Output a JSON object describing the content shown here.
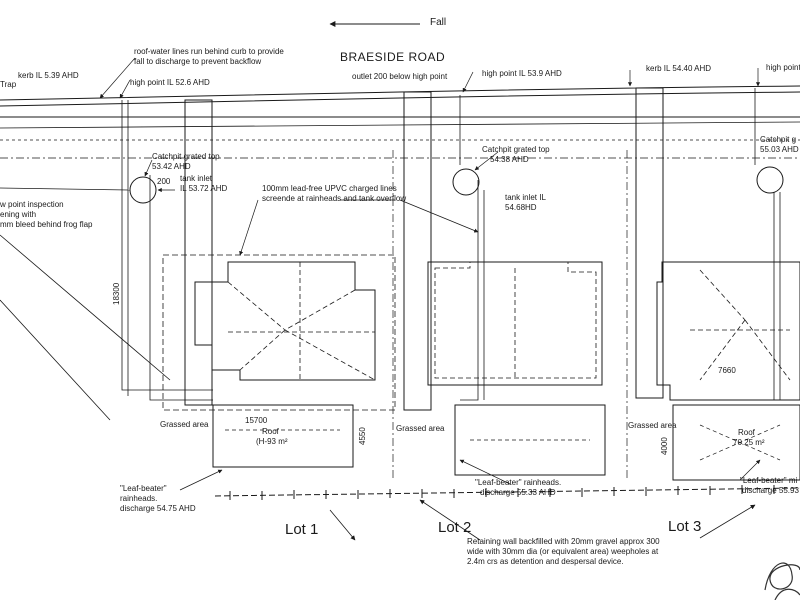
{
  "road": {
    "name": "BRAESIDE ROAD",
    "fall_label": "Fall"
  },
  "notes": {
    "trap": "Trap",
    "kerb_lot1": "kerb IL 5.39 AHD",
    "roof_water_1": "roof-water lines run behind curb to provide",
    "roof_water_2": "fall to discharge to prevent backflow",
    "high_point_lot1": "high point IL 52.6 AHD",
    "outlet": "outlet 200 below high point",
    "high_point_lot2": "high point IL 53.9 AHD",
    "kerb_lot3": "kerb IL 54.40 AHD",
    "high_point_lot3": "high point",
    "catchpit_lot1_1": "Catchpit grated top",
    "catchpit_lot1_2": "53.42 AHD",
    "tank_inlet_lot1_1": "tank inlet",
    "tank_inlet_lot1_2": "IL 53.72 AHD",
    "pipe_200": "200",
    "inspection_1": "w point inspection",
    "inspection_2": "ening with",
    "inspection_3": "mm bleed behind frog flap",
    "upvc_1": "100mm lead-free UPVC charged lines",
    "upvc_2": "screende at rainheads and tank overflow",
    "catchpit_lot2_1": "Catchpit grated top",
    "catchpit_lot2_2": "54.38 AHD",
    "tank_inlet_lot2_1": "tank inlet IL",
    "tank_inlet_lot2_2": "54.68HD",
    "catchpit_lot3_1": "Catchpit g",
    "catchpit_lot3_2": "55.03 AHD",
    "dim_18300": "18300",
    "dim_15700": "15700",
    "dim_4550": "4550",
    "dim_7660": "7660",
    "dim_4000": "4000",
    "grassed_1": "Grassed area",
    "grassed_2": "Grassed area",
    "grassed_3": "Grassed area",
    "roof_1_label": "Roof",
    "roof_1_area": "(H-93 m²",
    "roof_3_label": "Roof",
    "roof_3_area": "70.25 m²",
    "leaf_lot1_1": "\"Leaf-beater\"",
    "leaf_lot1_2": "rainheads.",
    "leaf_lot1_3": "discharge 54.75 AHD",
    "leaf_lot2_1": "\"Leaf-beater\" rainheads.",
    "leaf_lot2_2": "discharge 55.33 AHD",
    "leaf_lot3_1": "\"Leaf-beater\" mi",
    "leaf_lot3_2": "discharge 55.93",
    "retaining_1": "Retaining wall backfilled with 20mm gravel approx 300",
    "retaining_2": "wide with 30mm dia (or equivalent area) weepholes at",
    "retaining_3": "2.4m crs as detention and despersal device."
  },
  "lots": [
    "Lot 1",
    "Lot 2",
    "Lot 3"
  ]
}
